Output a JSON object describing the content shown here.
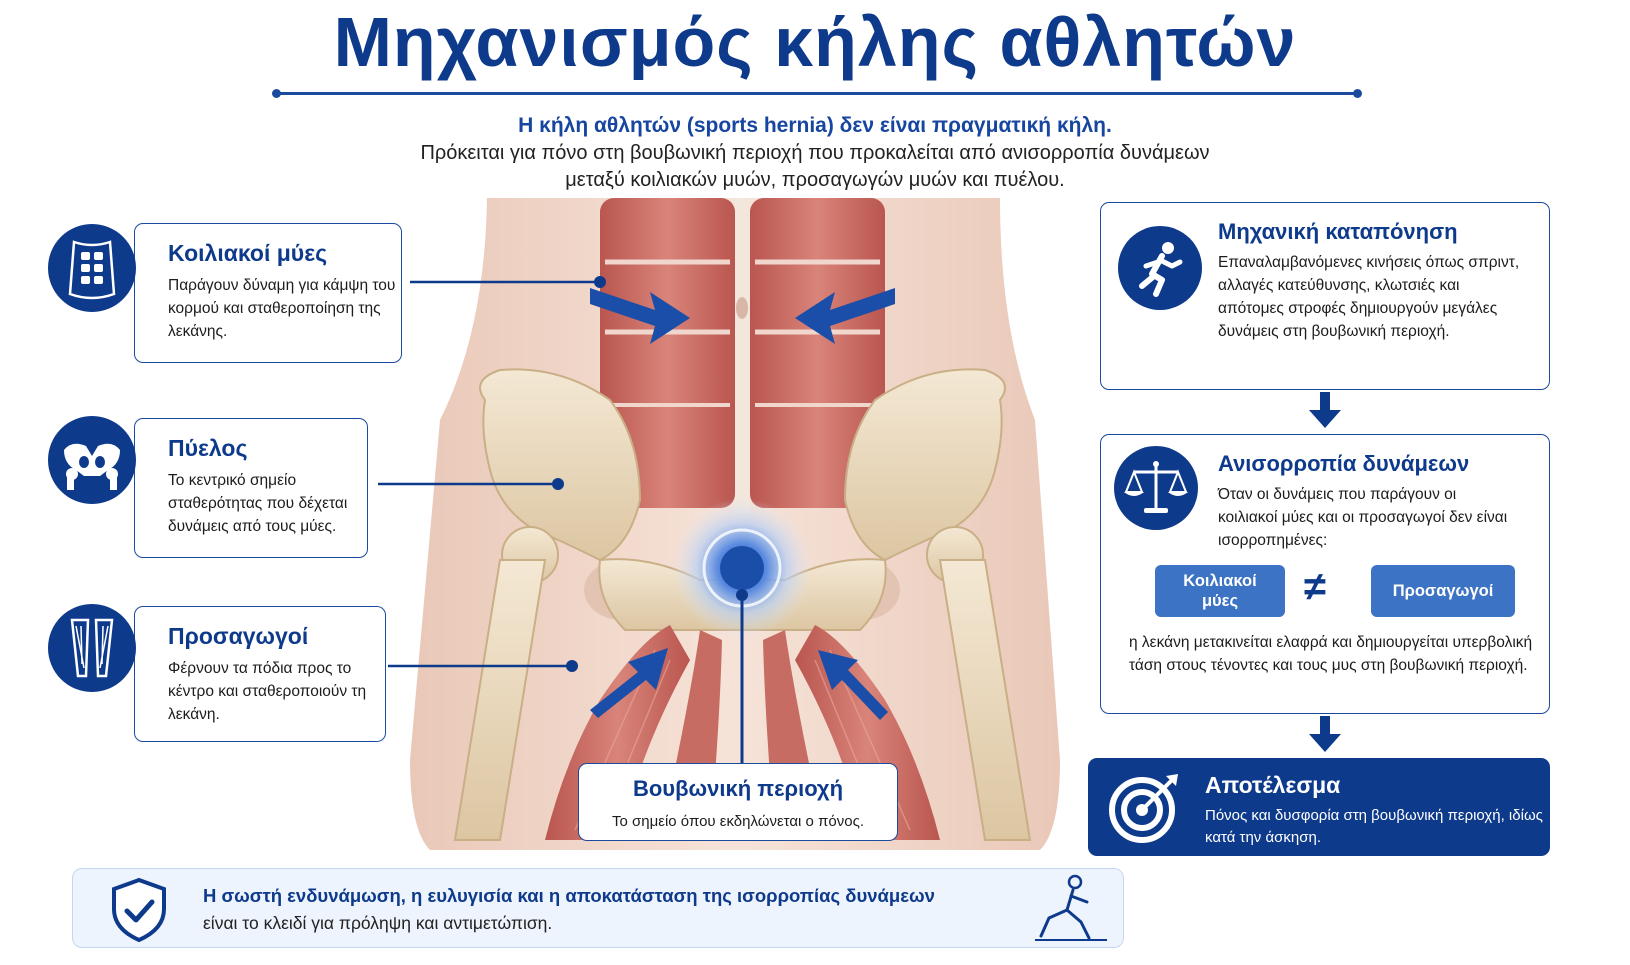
{
  "title": "Μηχανισμός κήλης αθλητών",
  "intro": {
    "line1": "Η κήλη αθλητών (sports hernia) δεν είναι πραγματική κήλη.",
    "line2": "Πρόκειται για πόνο στη βουβωνική περιοχή που προκαλείται από ανισορροπία δυνάμεων",
    "line3": "μεταξύ κοιλιακών μυών, προσαγωγών μυών και πυέλου."
  },
  "left": {
    "abdominals": {
      "title": "Κοιλιακοί μύες",
      "text": "Παράγουν δύναμη για κάμψη του κορμού και σταθεροποίηση της λεκάνης.",
      "icon": "abs-icon"
    },
    "pelvis": {
      "title": "Πύελος",
      "text": "Το κεντρικό σημείο σταθερότητας που δέχεται δυνάμεις από τους μύες.",
      "icon": "pelvis-icon"
    },
    "adductors": {
      "title": "Προσαγωγοί",
      "text": "Φέρνουν τα πόδια προς το κέντρο και σταθεροποιούν τη λεκάνη.",
      "icon": "legs-icon"
    }
  },
  "groin": {
    "title": "Βουβωνική περιοχή",
    "text": "Το σημείο όπου εκδηλώνεται ο πόνος."
  },
  "right": {
    "strain": {
      "title": "Μηχανική καταπόνηση",
      "text": "Επαναλαμβανόμενες κινήσεις όπως σπριντ, αλλαγές κατεύθυνσης, κλωτσιές και απότομες στροφές δημιουργούν μεγάλες δυνάμεις στη βουβωνική περιοχή.",
      "icon": "runner-icon"
    },
    "imbalance": {
      "title": "Ανισορροπία δυνάμεων",
      "text": "Όταν οι δυνάμεις που παράγουν οι κοιλιακοί μύες και οι προσαγωγοί δεν είναι ισορροπημένες:",
      "pill_left": "Κοιλιακοί μύες",
      "neq": "≠",
      "pill_right": "Προσαγωγοί",
      "text2": "η λεκάνη μετακινείται ελαφρά και δημιουργείται υπερβολική τάση στους τένοντες και τους μυς στη βουβωνική περιοχή.",
      "icon": "scales-icon"
    },
    "result": {
      "title": "Αποτέλεσμα",
      "text": "Πόνος και δυσφορία στη βουβωνική περιοχή, ιδίως κατά την άσκηση.",
      "icon": "target-icon"
    }
  },
  "footer": {
    "line1": "Η σωστή ενδυνάμωση, η ευλυγισία και η αποκατάσταση της ισορροπίας δυνάμεων",
    "line2": "είναι το κλειδί για πρόληψη και αντιμετώπιση.",
    "icon_left": "shield-check-icon",
    "icon_right": "stretching-person-icon"
  },
  "colors": {
    "navy": "#0e3a8c",
    "blue": "#1b4b9e",
    "pill": "#3d73c4",
    "muscle": "#c8685f",
    "bone": "#ecdcc0",
    "skin": "#f3ddd0"
  }
}
